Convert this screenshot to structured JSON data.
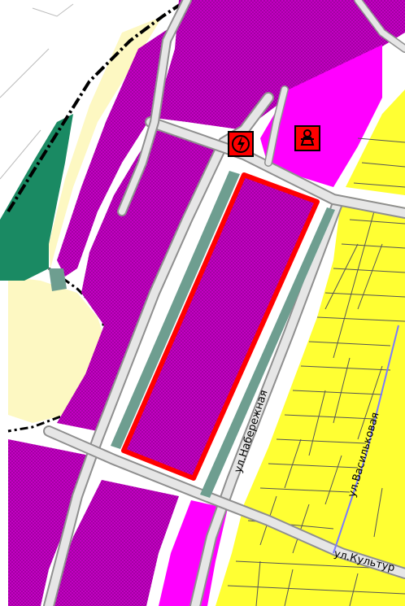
{
  "colors": {
    "residential_hatched": "#c400c4",
    "residential_plain": "#ff00ff",
    "low_density": "#ffff33",
    "green_zone": "#1a8a63",
    "open_space": "#fdf8c2",
    "road": "#e6e6e6",
    "road_edge": "#8f8f8f",
    "median": "#6e9e90",
    "selection": "#ff0000",
    "boundary": "#000000"
  },
  "streets": {
    "naberezhnaya": "ул.Набережная",
    "vasilkovaya": "ул.Васильковая",
    "kulturnaya": "ул.Культур"
  },
  "icons": {
    "power": "power-station-icon",
    "child": "kindergarten-icon"
  }
}
